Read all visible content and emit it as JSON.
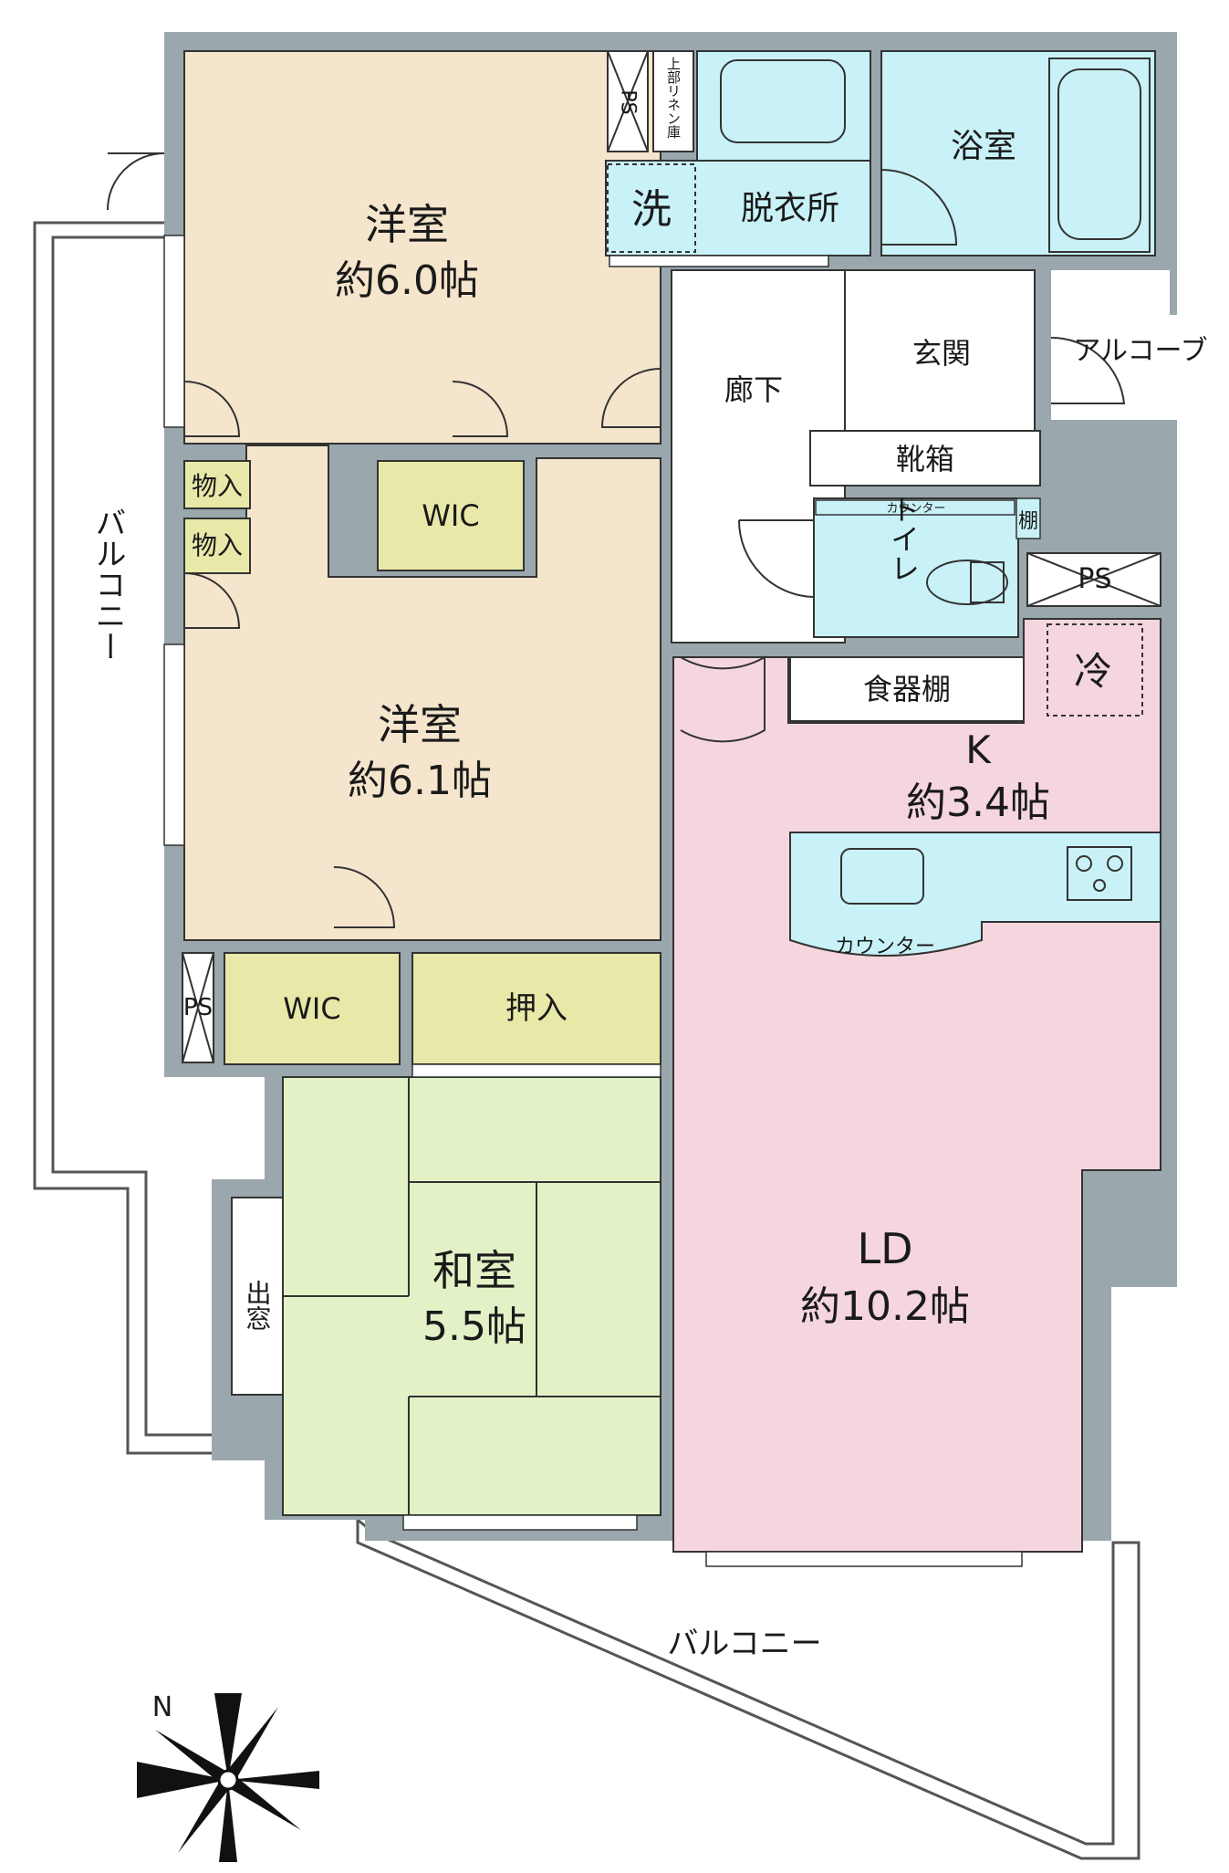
{
  "rooms": {
    "western1": {
      "name": "洋室",
      "size": "約6.0帖"
    },
    "western2": {
      "name": "洋室",
      "size": "約6.1帖"
    },
    "japanese": {
      "name": "和室",
      "size": "5.5帖"
    },
    "kitchen": {
      "name": "K",
      "size": "約3.4帖"
    },
    "ld": {
      "name": "LD",
      "size": "約10.2帖"
    },
    "bath": {
      "name": "浴室"
    },
    "dressing": {
      "name": "脱衣所"
    },
    "washer": {
      "name": "洗"
    },
    "corridor": {
      "name": "廊下"
    },
    "entrance": {
      "name": "玄関"
    },
    "alcove": {
      "name": "アルコーブ"
    },
    "shoebox": {
      "name": "靴箱"
    },
    "toilet": {
      "name": "トイレ"
    },
    "toilet_counter": {
      "name": "カウンター"
    },
    "shelf": {
      "name": "棚"
    },
    "ps_top": {
      "name": "PS"
    },
    "ps_mid": {
      "name": "PS"
    },
    "ps_left": {
      "name": "PS"
    },
    "linen": {
      "name": "上部リネン庫"
    },
    "storage1": {
      "name": "物入"
    },
    "storage2": {
      "name": "物入"
    },
    "wic1": {
      "name": "WIC"
    },
    "wic2": {
      "name": "WIC"
    },
    "closet": {
      "name": "押入"
    },
    "dish_shelf": {
      "name": "食器棚"
    },
    "fridge": {
      "name": "冷"
    },
    "kitchen_counter": {
      "name": "カウンター"
    },
    "bay_window": {
      "name": "出窓"
    },
    "balcony_west": {
      "name": "バルコニー"
    },
    "balcony_south": {
      "name": "バルコニー"
    }
  },
  "compass": {
    "label": "N"
  },
  "colors": {
    "wall": "#9aa7ad",
    "western": "#f5e5cc",
    "japanese": "#e2f2c6",
    "ld": "#f5d6de",
    "wet": "#c8f2f7",
    "storage": "#e8e9a8",
    "white": "#ffffff"
  }
}
